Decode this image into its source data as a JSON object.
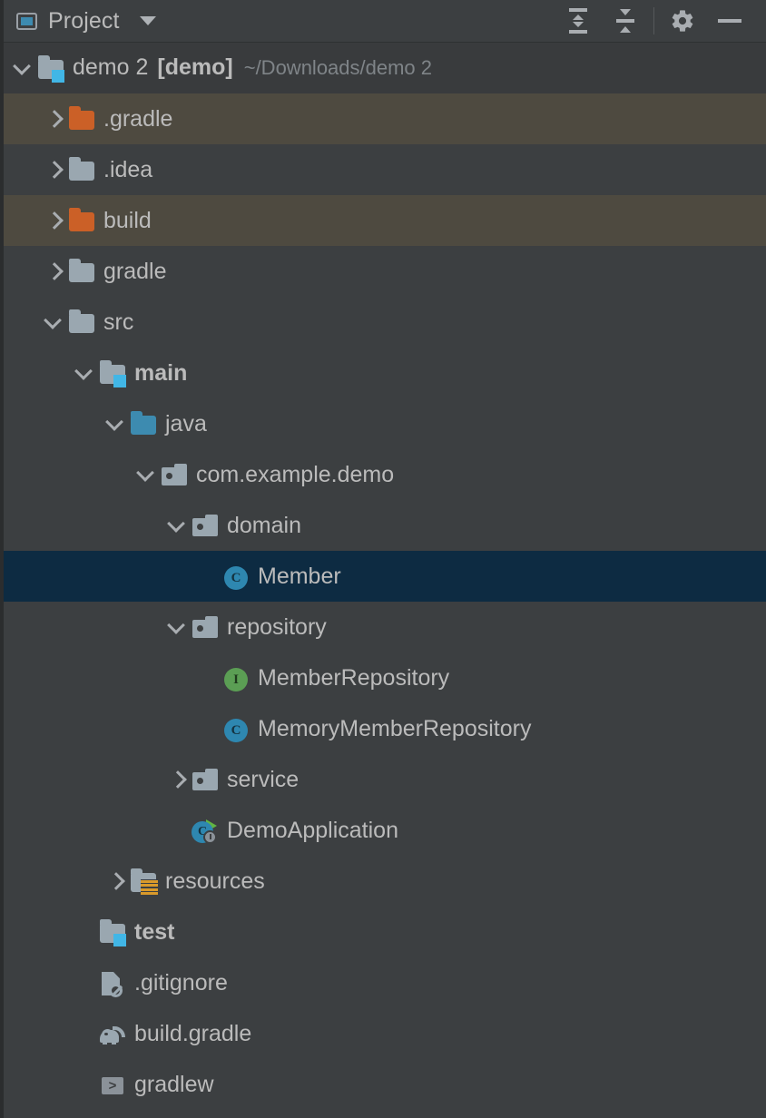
{
  "window": {
    "title": "Project",
    "title_icon": "project-view-icon",
    "dropdown_icon": "chevron-down-icon"
  },
  "toolbar": {
    "actions": [
      {
        "name": "expand-all-icon",
        "label": "Expand All"
      },
      {
        "name": "collapse-all-icon",
        "label": "Collapse All"
      },
      {
        "name": "settings-gear-icon",
        "label": "Settings"
      },
      {
        "name": "minimize-icon",
        "label": "Hide"
      }
    ]
  },
  "tree": {
    "rows": [
      {
        "label": "demo 2",
        "label_bold": "[demo]",
        "sub": "~/Downloads/demo 2",
        "depth": 0,
        "chev": "down",
        "icon": "module-folder-icon",
        "state": "root"
      },
      {
        "label": ".gradle",
        "depth": 1,
        "chev": "right",
        "icon": "folder-excluded-icon",
        "state": "excluded"
      },
      {
        "label": ".idea",
        "depth": 1,
        "chev": "right",
        "icon": "folder-icon",
        "state": "normal"
      },
      {
        "label": "build",
        "depth": 1,
        "chev": "right",
        "icon": "folder-excluded-icon",
        "state": "excluded"
      },
      {
        "label": "gradle",
        "depth": 1,
        "chev": "right",
        "icon": "folder-icon",
        "state": "normal"
      },
      {
        "label": "src",
        "depth": 1,
        "chev": "down",
        "icon": "folder-icon",
        "state": "normal"
      },
      {
        "label": "main",
        "depth": 2,
        "chev": "down",
        "icon": "module-folder-icon",
        "state": "normal",
        "bold": true
      },
      {
        "label": "java",
        "depth": 3,
        "chev": "down",
        "icon": "source-root-folder-icon",
        "state": "normal"
      },
      {
        "label": "com.example.demo",
        "depth": 4,
        "chev": "down",
        "icon": "package-icon",
        "state": "normal"
      },
      {
        "label": "domain",
        "depth": 5,
        "chev": "down",
        "icon": "package-icon",
        "state": "normal"
      },
      {
        "label": "Member",
        "depth": 6,
        "chev": "none",
        "icon": "java-class-icon",
        "state": "selected"
      },
      {
        "label": "repository",
        "depth": 5,
        "chev": "down",
        "icon": "package-icon",
        "state": "normal"
      },
      {
        "label": "MemberRepository",
        "depth": 6,
        "chev": "none",
        "icon": "java-interface-icon",
        "state": "normal"
      },
      {
        "label": "MemoryMemberRepository",
        "depth": 6,
        "chev": "none",
        "icon": "java-class-icon",
        "state": "normal"
      },
      {
        "label": "service",
        "depth": 5,
        "chev": "right",
        "icon": "package-icon",
        "state": "normal"
      },
      {
        "label": "DemoApplication",
        "depth": 5,
        "chev": "none",
        "icon": "spring-boot-application-icon",
        "state": "normal"
      },
      {
        "label": "resources",
        "depth": 3,
        "chev": "right",
        "icon": "resources-folder-icon",
        "state": "normal"
      },
      {
        "label": "test",
        "depth": 2,
        "chev": "none",
        "icon": "module-folder-icon",
        "state": "normal",
        "bold": true
      },
      {
        "label": ".gitignore",
        "depth": 2,
        "chev": "none",
        "icon": "gitignore-file-icon",
        "state": "normal"
      },
      {
        "label": "build.gradle",
        "depth": 2,
        "chev": "none",
        "icon": "gradle-elephant-icon",
        "state": "normal"
      },
      {
        "label": "gradlew",
        "depth": 2,
        "chev": "none",
        "icon": "shell-script-icon",
        "state": "normal"
      }
    ]
  },
  "colors": {
    "background": "#3c3f41",
    "row_selected": "#0d2b42",
    "row_excluded": "#4e4a40",
    "row_root": "#393b3d",
    "text": "#bbbbbb",
    "text_muted": "#7f8488",
    "folder_gray": "#9aa7b0",
    "folder_orange": "#cb6027",
    "folder_blue": "#3d8bb0",
    "class_icon": "#2e87b0",
    "interface_icon": "#5b9e54",
    "badge_blue": "#41b6e6",
    "badge_orange": "#d99a2b",
    "run_green": "#62b543"
  }
}
